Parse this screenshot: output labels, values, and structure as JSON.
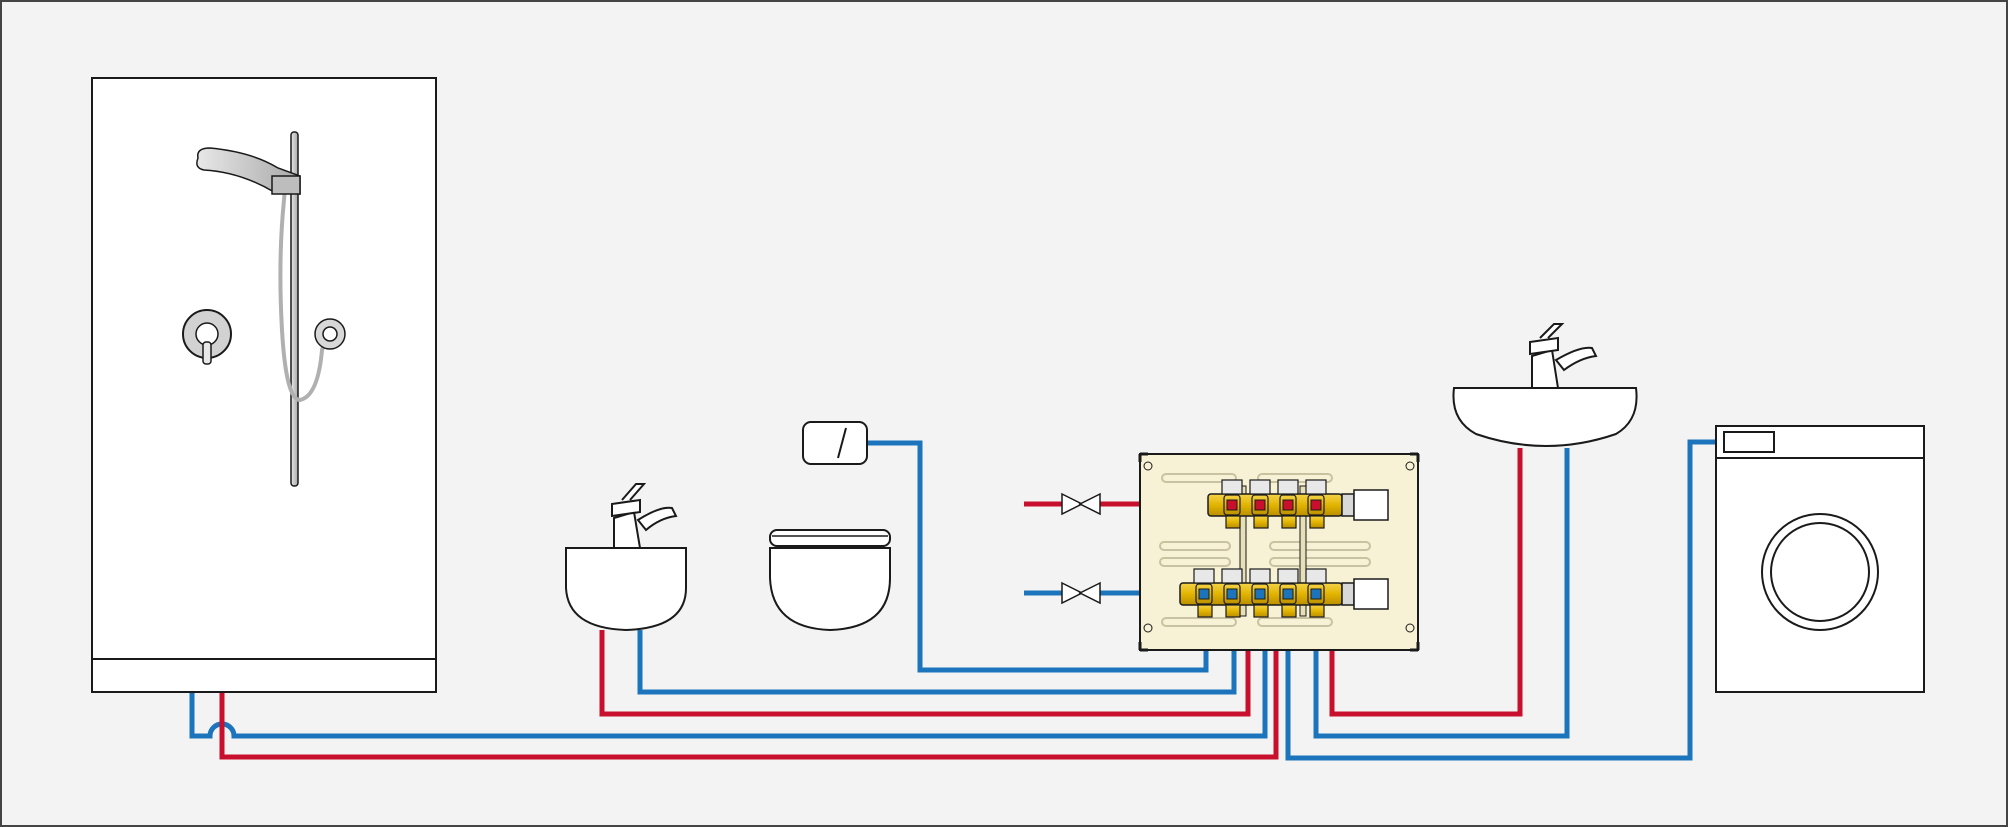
{
  "diagram": {
    "colors": {
      "background": "#f3f3f3",
      "frame": "#444444",
      "hot_pipe": "#c8102e",
      "cold_pipe": "#1c75bc",
      "brass": "#e6b800",
      "brass_dark": "#b88c00",
      "manifold_board": "#f7f2d6",
      "fixture_fill": "#ffffff",
      "outline": "#1a1a1a",
      "chrome": "#c8c8c8"
    },
    "fixtures": [
      {
        "name": "shower-cabin",
        "icon": "shower-icon"
      },
      {
        "name": "bidet",
        "icon": "bidet-icon"
      },
      {
        "name": "toilet-flush-plate",
        "icon": "flush-plate-icon"
      },
      {
        "name": "wall-hung-toilet",
        "icon": "toilet-icon"
      },
      {
        "name": "manifold-distribution-box",
        "icon": "manifold-icon"
      },
      {
        "name": "washbasin",
        "icon": "washbasin-icon"
      },
      {
        "name": "washing-machine",
        "icon": "washing-machine-icon"
      }
    ],
    "shutoff_valves": [
      {
        "name": "hot-water-shutoff-valve",
        "icon": "valve-icon"
      },
      {
        "name": "cold-water-shutoff-valve",
        "icon": "valve-icon"
      }
    ],
    "manifold": {
      "hot_outlets": 4,
      "cold_outlets": 5
    }
  }
}
